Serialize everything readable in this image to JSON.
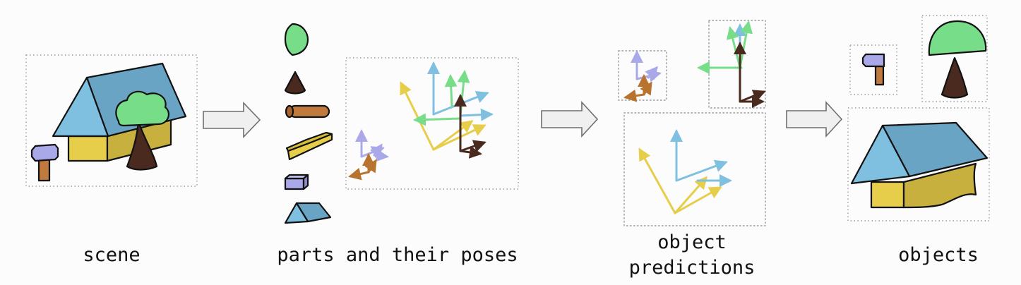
{
  "captions": {
    "scene": "scene",
    "parts": "parts and their poses",
    "object_predictions_line1": "object",
    "object_predictions_line2": "predictions",
    "objects": "objects"
  },
  "colors": {
    "roof_blue": "#6aa4c4",
    "roof_light": "#7fbfe0",
    "wall_yellow": "#e6cd4a",
    "wall_dark": "#c8b03e",
    "tree_green": "#77dd88",
    "trunk_brown": "#4a2a1e",
    "hammer_head": "#a9a8e8",
    "hammer_handle": "#c07a3e",
    "arrow_blue": "#7fbfe0",
    "arrow_green": "#77dd88",
    "arrow_yellow": "#e6cd4a",
    "arrow_brown": "#b8742e",
    "arrow_dark": "#4a2a1e",
    "arrow_purple": "#a9a8e8"
  },
  "icons": [
    "house-icon",
    "tree-icon",
    "hammer-icon",
    "flow-arrow-icon",
    "pose-axes-icon",
    "half-circle-part-icon",
    "cone-part-icon",
    "log-part-icon",
    "plank-part-icon",
    "cube-part-icon",
    "prism-part-icon"
  ]
}
